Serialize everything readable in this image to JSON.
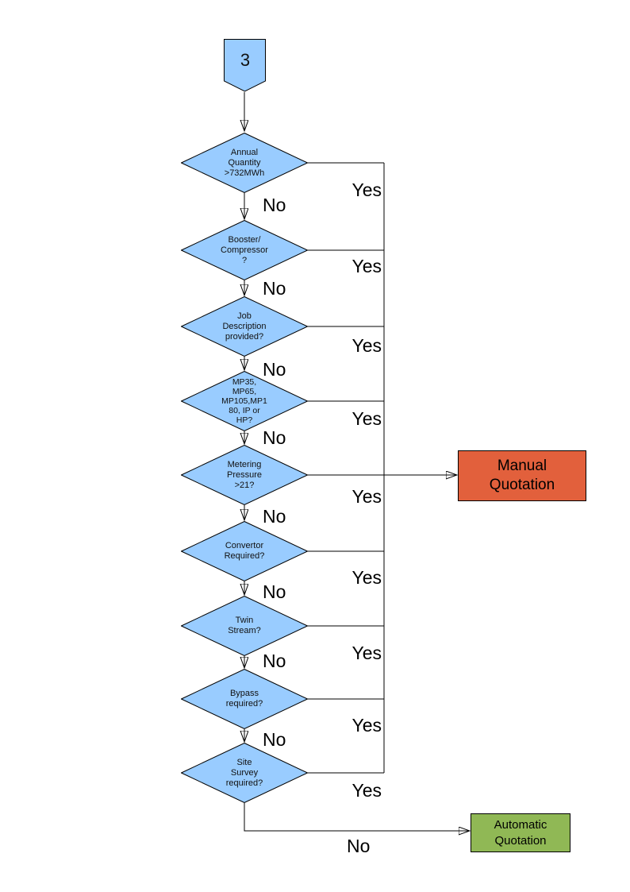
{
  "offpage_connector": {
    "label": "3",
    "fill": "#99ccff"
  },
  "decisions": [
    {
      "id": "annual-quantity",
      "label": "Annual\nQuantity\n>732MWh",
      "yes_label": "Yes",
      "no_label": "No"
    },
    {
      "id": "booster-compressor",
      "label": "Booster/\nCompressor\n?",
      "yes_label": "Yes",
      "no_label": "No"
    },
    {
      "id": "job-description",
      "label": "Job\nDescription\nprovided?",
      "yes_label": "Yes",
      "no_label": "No"
    },
    {
      "id": "meter-type",
      "label": "MP35,\nMP65,\nMP105,MP1\n80, IP or\nHP?",
      "yes_label": "Yes",
      "no_label": "No"
    },
    {
      "id": "metering-pressure",
      "label": "Metering\nPressure\n>21?",
      "yes_label": "Yes",
      "no_label": "No"
    },
    {
      "id": "convertor-required",
      "label": "Convertor\nRequired?",
      "yes_label": "Yes",
      "no_label": "No"
    },
    {
      "id": "twin-stream",
      "label": "Twin\nStream?",
      "yes_label": "Yes",
      "no_label": "No"
    },
    {
      "id": "bypass-required",
      "label": "Bypass\nrequired?",
      "yes_label": "Yes",
      "no_label": "No"
    },
    {
      "id": "site-survey",
      "label": "Site\nSurvey\nrequired?",
      "yes_label": "Yes",
      "no_label": "No"
    }
  ],
  "terminals": {
    "manual": {
      "label": "Manual\nQuotation",
      "fill": "#e2603c"
    },
    "automatic": {
      "label": "Automatic\nQuotation",
      "fill": "#90b855"
    }
  },
  "colors": {
    "decision_fill": "#99ccff",
    "outline": "#000000",
    "line": "#000000"
  }
}
